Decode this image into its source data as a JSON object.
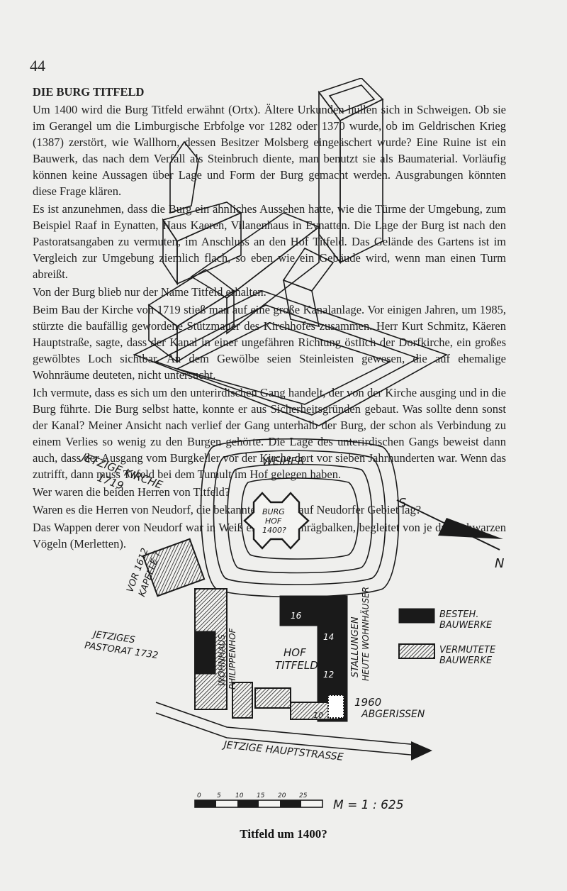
{
  "page_number": "44",
  "caption": "Titfeld um 1400?",
  "text": {
    "heading": "DIE BURG TITFELD",
    "paragraphs": [
      "Um 1400 wird die Burg Titfeld erwähnt (Ortx). Ältere Urkunden hüllen sich in Schweigen. Ob sie im Gerangel um die Limburgische Erbfolge vor 1282 oder 1370 wurde, ob im Geldrischen Krieg (1387) zerstört, wie Wallhorn, dessen Besitzer Molsberg eingeäschert wurde? Eine Ruine ist ein Bauwerk, das nach dem Verfall als Steinbruch diente, man benutzt sie als Baumaterial. Vorläufig können keine Aussagen über Lage und Form der Burg gemacht werden. Ausgrabungen könnten diese Frage klären.",
      "Es ist anzunehmen, dass die Burg ein ähnliches Aussehen hatte, wie die Türme der Umgebung, zum Beispiel Raaf in Eynatten, Haus Kaeren, Vilanenhaus in Eynatten. Die Lage der Burg ist nach den Pastoratsangaben zu vermuten, im Anschluss an den Hof Titfeld. Das Gelände des Gartens ist im Vergleich zur Umgebung ziemlich flach, so eben wie ein Gebäude wird, wenn man einen Turm abreißt.",
      "Von der Burg blieb nur der Name Titfeld erhalten.",
      "Beim Bau der Kirche von 1719 stieß man auf eine große Kanalanlage. Vor einigen Jahren, um 1985, stürzte die baufällig gewordene Stützmauer des Kirchhofes zusammen. Herr Kurt Schmitz, Käeren Hauptstraße, sagte, dass der Kanal in einer ungefähren Richtung östlich der Dorfkirche, ein großes gewölbtes Loch sichtbar. An dem Gewölbe seien Steinleisten gewesen, die auf ehemalige Wohnräume deuteten, nicht untersucht.",
      "Ich vermute, dass es sich um den unterirdischen Gang handelt, der von der Kirche ausging und in die Burg führte. Die Burg selbst hatte, konnte er aus Sicherheitsgründen gebaut. Was sollte denn sonst der Kanal? Meiner Ansicht nach verlief der Gang unterhalb der Burg, der schon als Verbindung zu einem Verlies so wenig zu den Burgen gehörte. Die Lage des unterirdischen Gangs beweist dann auch, dass der Ausgang vom Burgkeller vor der Kirche dort vor sieben Jahrhunderten war. Wenn das zutrifft, dann muss Titfeld bei dem Tumult im Hof gelegen haben.",
      "Wer waren die beiden Herren von Titfeld?",
      "Waren es die Herren von Neudorf, die bekannten Titfeld auf Neudorfer Gebiet lag?",
      "Das Wappen derer von Neudorf war in Weiß ein roter Schrägbalken, begleitet von je drei schwarzen Vögeln (Merletten)."
    ]
  },
  "plan_labels": {
    "church": [
      "JETZIGE KIRCHE",
      "1719"
    ],
    "chapel": [
      "VOR 1612",
      "KAPELLE ?"
    ],
    "pond": "WEIHER",
    "castle": [
      "BURG",
      "HOF",
      "1400?"
    ],
    "manor": [
      "WOHNHAUS",
      "PHILIPPENHOF"
    ],
    "farm": [
      "HOF",
      "TITFELD"
    ],
    "stables": [
      "STALLUNGEN",
      "HEUTE WOHNHÄUSER"
    ],
    "rectory": [
      "JETZIGES",
      "PASTORAT 1732"
    ],
    "main_street": "JETZIGE HAUPTSTRASSE",
    "demolished": [
      "1960",
      "ABGERISSEN"
    ],
    "house_numbers": [
      "16",
      "14",
      "12",
      "10"
    ],
    "compass_s": "S",
    "compass_n": "N",
    "scale_ticks": [
      "0",
      "5",
      "10",
      "15",
      "20",
      "25"
    ],
    "scale_ratio": "M = 1 : 625"
  },
  "legend": {
    "existing": [
      "BESTEH.",
      "BAUWERKE"
    ],
    "presumed": [
      "VERMUTETE",
      "BAUWERKE"
    ]
  }
}
